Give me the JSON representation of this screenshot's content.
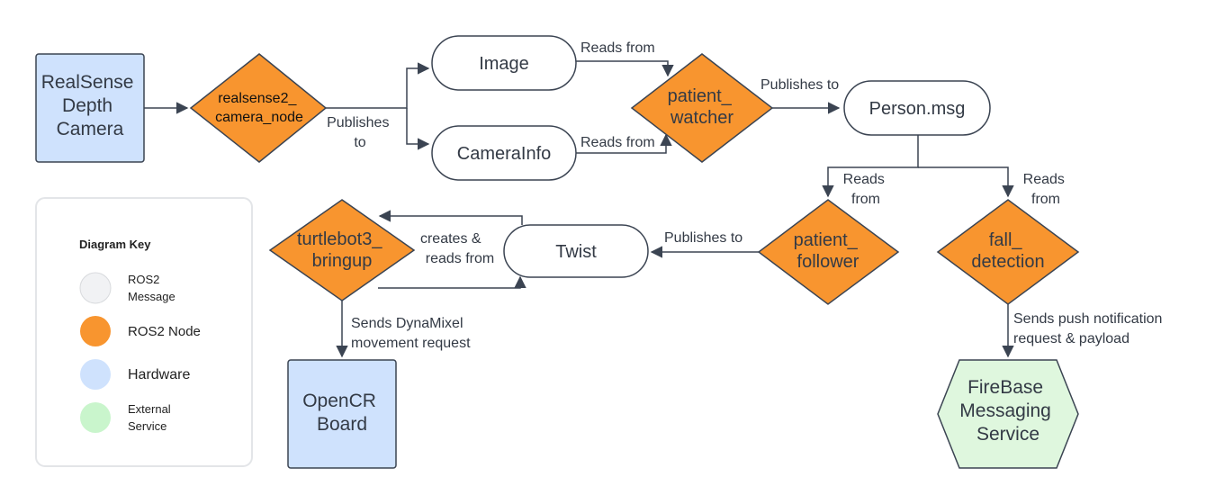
{
  "colors": {
    "message": "#f1f2f4",
    "node": "#f8952f",
    "hardware": "#cfe2fd",
    "service": "#dff7de",
    "stroke": "#3b4452",
    "keyBorder": "#e3e5e8"
  },
  "nodes": {
    "realsense": [
      "RealSense",
      "Depth",
      "Camera"
    ],
    "camera_node": [
      "realsense2_",
      "camera_node"
    ],
    "image": [
      "Image"
    ],
    "camerainfo": [
      "CameraInfo"
    ],
    "patient_watcher": [
      "patient_",
      "watcher"
    ],
    "person_msg": [
      "Person.msg"
    ],
    "turtlebot": [
      "turtlebot3_",
      "bringup"
    ],
    "twist": [
      "Twist"
    ],
    "patient_follower": [
      "patient_",
      "follower"
    ],
    "fall_detection": [
      "fall_",
      "detection"
    ],
    "opencr": [
      "OpenCR",
      "Board"
    ],
    "firebase": [
      "FireBase",
      "Messaging",
      "Service"
    ]
  },
  "edge_labels": {
    "publishes_to_cam": [
      "Publishes",
      "to"
    ],
    "reads_from_image": [
      "Reads from"
    ],
    "reads_from_caminfo": [
      "Reads from"
    ],
    "publishes_to_person": [
      "Publishes to"
    ],
    "reads_from_follower": [
      "Reads",
      "from"
    ],
    "reads_from_fall": [
      "Reads",
      "from"
    ],
    "publishes_to_twist": [
      "Publishes to"
    ],
    "creates_reads": [
      "creates &",
      "reads from"
    ],
    "sends_dynamixel": [
      "Sends DynaMixel",
      "movement request"
    ],
    "sends_push": [
      "Sends push notification",
      "request & payload"
    ]
  },
  "key": {
    "title": "Diagram Key",
    "items": [
      {
        "label": [
          "ROS2",
          "Message"
        ],
        "color": "#f1f2f4"
      },
      {
        "label": [
          "ROS2 Node"
        ],
        "color": "#f8952f"
      },
      {
        "label": [
          "Hardware"
        ],
        "color": "#cfe2fd"
      },
      {
        "label": [
          "External",
          "Service"
        ],
        "color": "#c9f5cc"
      }
    ]
  }
}
